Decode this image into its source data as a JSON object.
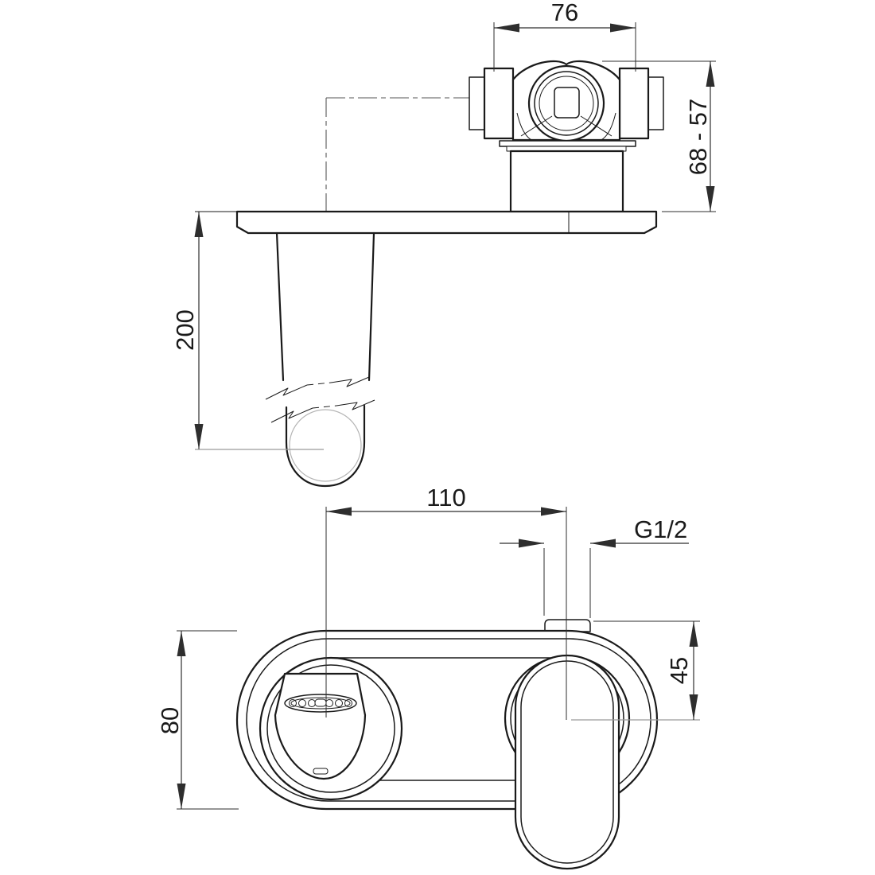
{
  "labels": {
    "body_width": "76",
    "install_depth": "68 - 57",
    "spout_projection": "200",
    "spout_to_handle": "110",
    "thread_size": "G1/2",
    "connector_offset": "45",
    "plate_height": "80"
  },
  "colors": {
    "line": "#1a1a1a",
    "dimension": "#2e2e2e",
    "reference": "#9b9b9b",
    "faint": "#b4b4b4",
    "background": "#ffffff"
  }
}
